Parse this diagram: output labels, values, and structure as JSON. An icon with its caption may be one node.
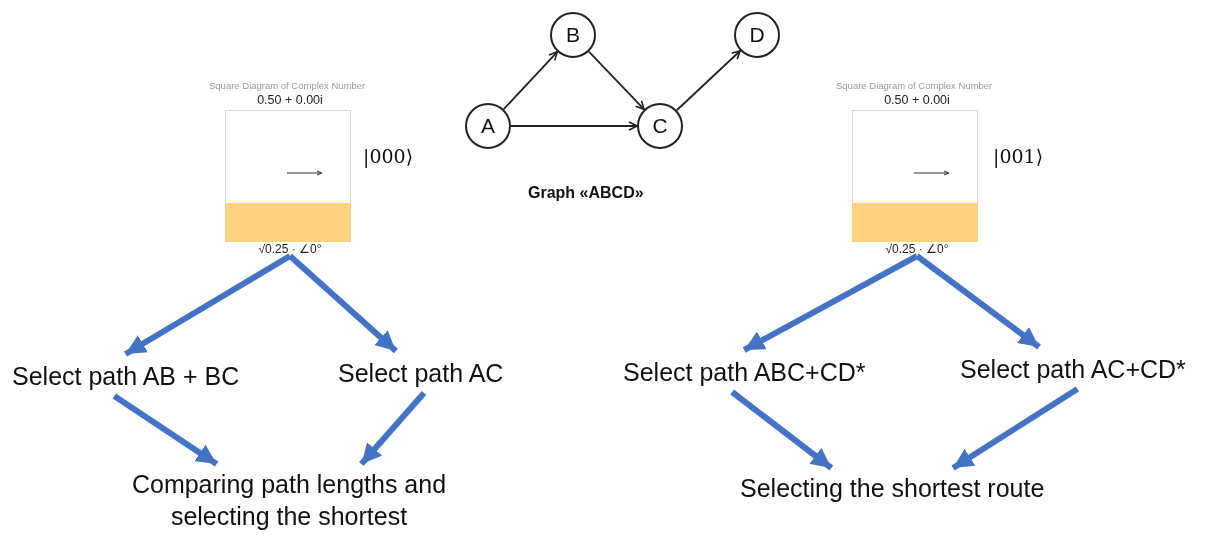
{
  "diagram": {
    "nodes": [
      {
        "text": [
          "A"
        ]
      },
      {
        "text": [
          "B"
        ]
      },
      {
        "text": [
          "C"
        ]
      },
      {
        "text": [
          "D"
        ]
      },
      {
        "text": [
          "Square Diagram of Complex Number",
          "0.50 + 0.00i",
          "√0.25 · ∠0°"
        ],
        "beside": [
          "|000⟩"
        ]
      },
      {
        "text": [
          "Select path AB + BC"
        ]
      },
      {
        "text": [
          "Select path AC"
        ]
      },
      {
        "text": [
          "Comparing path lengths and selecting the shortest"
        ]
      },
      {
        "text": [
          "Square Diagram of Complex Number",
          "0.50 + 0.00i",
          "√0.25 · ∠0°"
        ],
        "beside": [
          "|001⟩"
        ]
      },
      {
        "text": [
          "Select path ABC+CD*"
        ]
      },
      {
        "text": [
          "Select path AC+CD*"
        ]
      },
      {
        "text": [
          "Selecting the shortest route"
        ]
      }
    ],
    "edges": [
      {
        "from": 0,
        "to": 1,
        "arrow": "to",
        "color": "#222222"
      },
      {
        "from": 0,
        "to": 2,
        "arrow": "to",
        "color": "#222222"
      },
      {
        "from": 1,
        "to": 2,
        "arrow": "to",
        "color": "#222222"
      },
      {
        "from": 2,
        "to": 3,
        "arrow": "to",
        "color": "#222222"
      },
      {
        "from": 4,
        "to": 5,
        "arrow": "to"
      },
      {
        "from": 4,
        "to": 6,
        "arrow": "to"
      },
      {
        "from": 5,
        "to": 7,
        "arrow": "to"
      },
      {
        "from": 6,
        "to": 7,
        "arrow": "to"
      },
      {
        "from": 8,
        "to": 9,
        "arrow": "to"
      },
      {
        "from": 8,
        "to": 10,
        "arrow": "to"
      },
      {
        "from": 9,
        "to": 11,
        "arrow": "to"
      },
      {
        "from": 10,
        "to": 11,
        "arrow": "to"
      }
    ],
    "labels": [
      "Graph «ABCD»"
    ]
  }
}
